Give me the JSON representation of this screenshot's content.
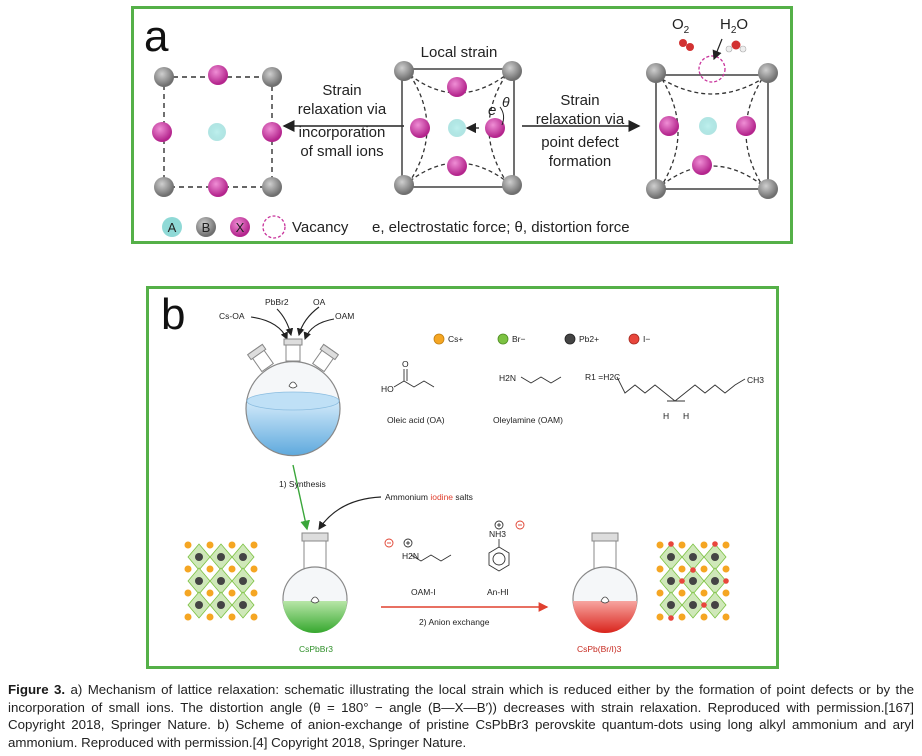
{
  "panel_a": {
    "letter": "a",
    "local_strain": "Local strain",
    "left_arrow_label": [
      "Strain",
      "relaxation via",
      "incorporation",
      "of small ions"
    ],
    "right_arrow_label": [
      "Strain",
      "relaxation via",
      "point defect",
      "formation"
    ],
    "e_symbol": "e",
    "theta_symbol": "θ",
    "o2": "O",
    "o2_sub": "2",
    "h2o_pre": "H",
    "h2o_sub": "2",
    "h2o_post": "O",
    "legend": {
      "a": "A",
      "b": "B",
      "x": "X",
      "vacancy": "Vacancy",
      "forces": "e, electrostatic force; θ, distortion force"
    },
    "colors": {
      "A": "#8fd9d6",
      "B": "#777777",
      "X": "#c8329b",
      "frame": "#55b048"
    }
  },
  "panel_b": {
    "letter": "b",
    "reagents": {
      "cs_oa": "Cs-OA",
      "pbbr2": "PbBr2",
      "oa": "OA",
      "oam": "OAM"
    },
    "ions": {
      "cs": "Cs+",
      "br": "Br−",
      "pb": "Pb2+",
      "i": "I−"
    },
    "ion_colors": {
      "cs": "#f5a623",
      "br": "#7cc242",
      "pb": "#444444",
      "i": "#e8463c"
    },
    "structures": {
      "oleic": "Oleic acid (OA)",
      "oleylamine": "Oleylamine (OAM)",
      "r1": "R1 =H2C",
      "ch3": "CH3",
      "h": "H",
      "ho": "HO",
      "o": "O",
      "h2n": "H2N",
      "nh3": "NH3"
    },
    "step1": "1) Synthesis",
    "ammonium_pre": "Ammonium ",
    "ammonium_iodine": "iodine",
    "ammonium_post": " salts",
    "oam_i": "OAM-I",
    "an_hi": "An-HI",
    "step2": "2) Anion exchange",
    "product1": "CsPbBr3",
    "product2": "CsPb(Br/I)3"
  },
  "caption": {
    "label": "Figure 3.",
    "text": "a) Mechanism of lattice relaxation: schematic illustrating the local strain which is reduced either by the formation of point defects or by the incorporation of small ions. The distortion angle (θ = 180° − angle (B—X—B′)) decreases with strain relaxation. Reproduced with permission.[167] Copyright 2018, Springer Nature. b) Scheme of anion-exchange of pristine CsPbBr3 perovskite quantum-dots using long alkyl ammonium and aryl ammonium. Reproduced with permission.[4] Copyright 2018, Springer Nature."
  }
}
